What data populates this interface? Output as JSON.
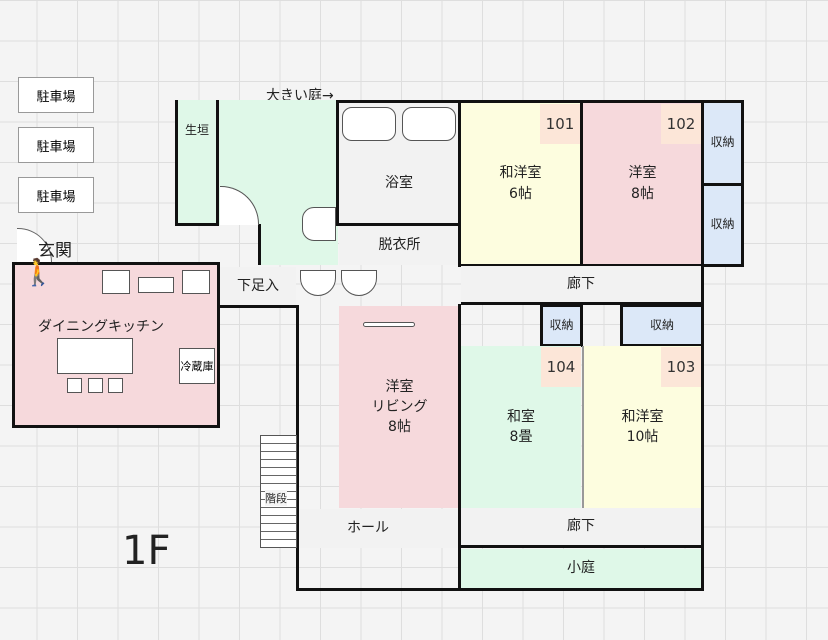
{
  "floor_label": "1F",
  "parking": [
    "駐車場",
    "駐車場",
    "駐車場"
  ],
  "entrance": "玄関",
  "garden_big": "大きい庭→",
  "rooms": {
    "hedge": "生垣",
    "bath": "浴室",
    "dressing": "脱衣所",
    "shoe": "下足入",
    "r101": {
      "number": "101",
      "name": "和洋室\n6帖"
    },
    "r102": {
      "number": "102",
      "name": "洋室\n8帖"
    },
    "storage": "収納",
    "corridor": "廊下",
    "kitchen": "ダイニングキッチン",
    "fridge": "冷蔵庫",
    "living": "洋室\n  リビング\n8帖",
    "r104": {
      "number": "104",
      "name": "和室\n  8畳"
    },
    "r103": {
      "number": "103",
      "name": "和洋室\n  10帖"
    },
    "stairs": "階段",
    "hall": "ホール",
    "small_garden": "小庭"
  },
  "colors": {
    "green": "#dff8e8",
    "pink": "#f6d9dc",
    "yellow": "#fdfddf",
    "blue": "#dce8f8"
  }
}
